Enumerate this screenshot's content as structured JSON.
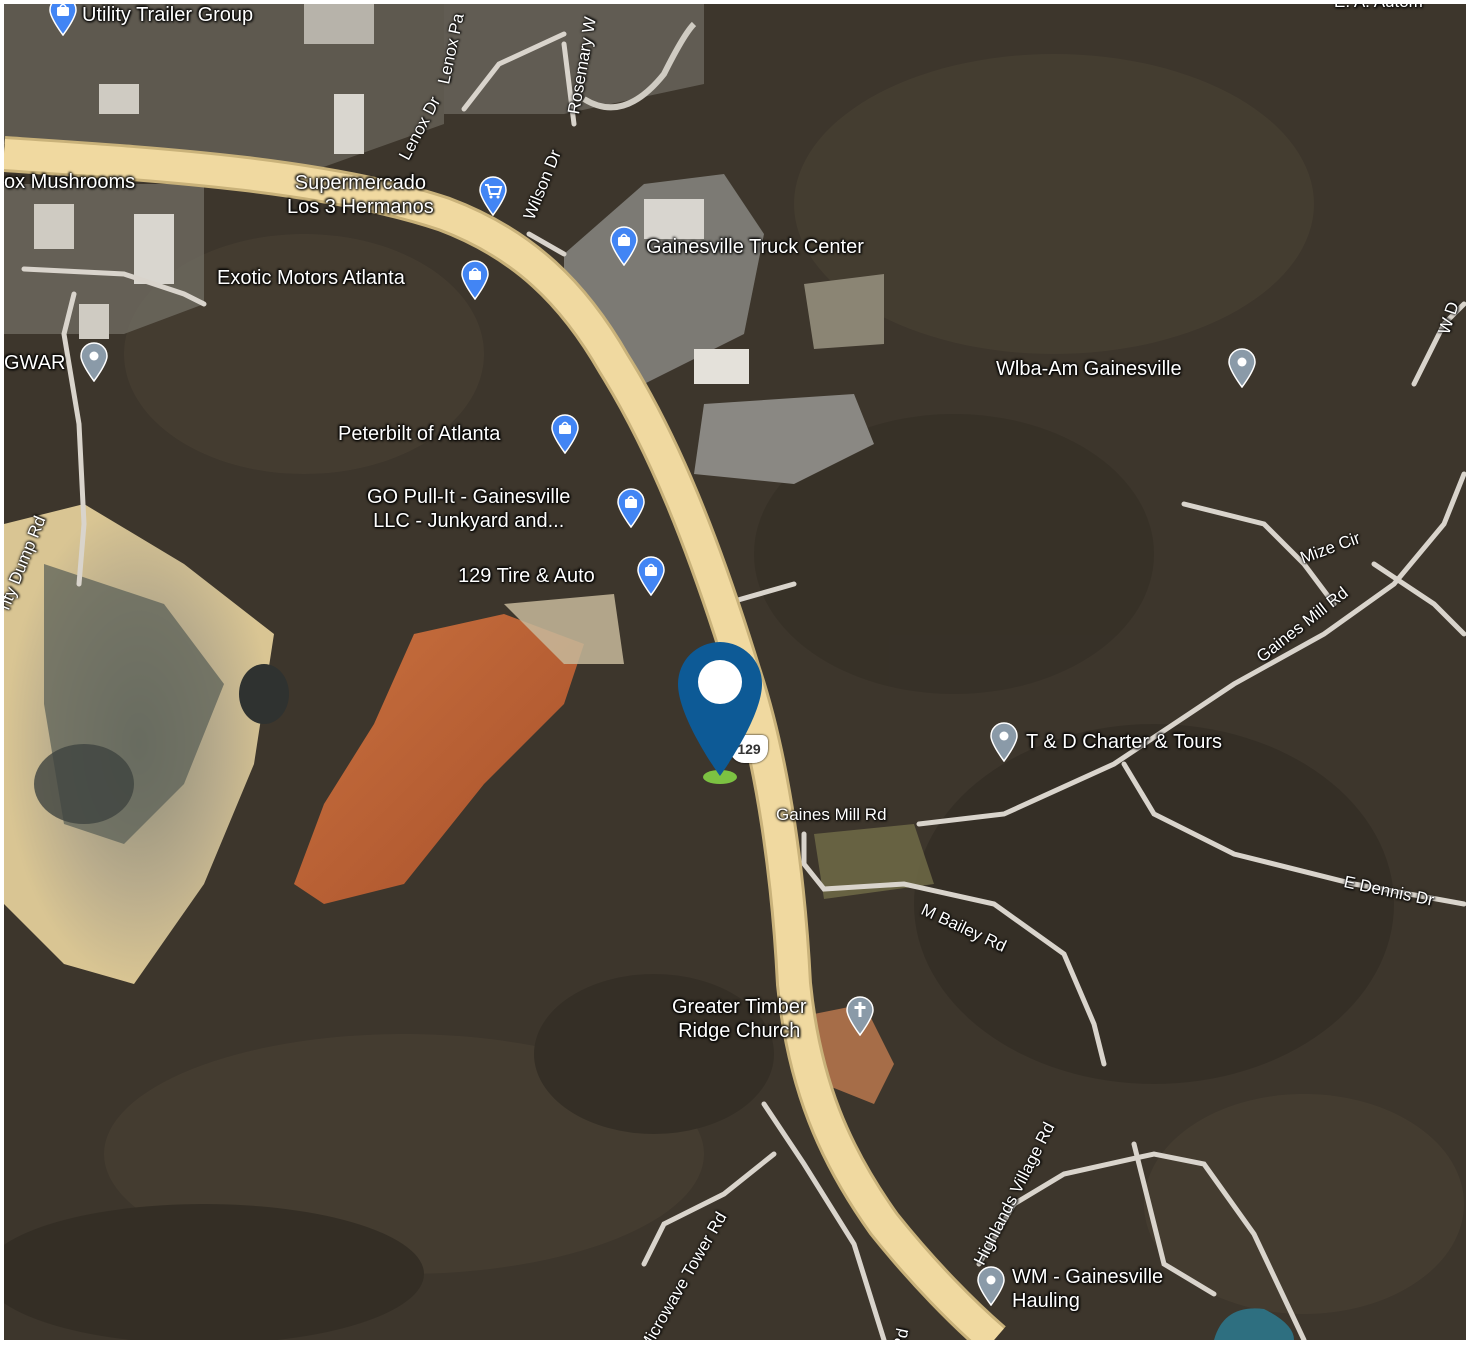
{
  "map_type": "satellite",
  "colors": {
    "highway": "#f0d9a0",
    "highway_edge": "#c9b27a",
    "local_road": "#d9d4cc",
    "shopping_pin": "#4285f4",
    "place_pin": "#8a9aa8",
    "church_pin": "#8a9aa8",
    "main_marker": "#0d5a96",
    "main_marker_base": "#7cc242",
    "label_text": "#ffffff"
  },
  "places": [
    {
      "id": "utility-trailer",
      "name": "Utility Trailer Group",
      "icon": "shopping-bag-icon"
    },
    {
      "id": "mushrooms",
      "name": "ox Mushrooms",
      "icon": ""
    },
    {
      "id": "supermercado",
      "name": "Supermercado\nLos 3 Hermanos",
      "icon": "shopping-cart-icon"
    },
    {
      "id": "gainesville-truck",
      "name": "Gainesville Truck Center",
      "icon": "shopping-bag-icon"
    },
    {
      "id": "exotic-motors",
      "name": "Exotic Motors Atlanta",
      "icon": "shopping-bag-icon"
    },
    {
      "id": "gwar",
      "name": "GWAR",
      "icon": "location-pin-icon"
    },
    {
      "id": "wlba",
      "name": "Wlba-Am Gainesville",
      "icon": "location-pin-icon"
    },
    {
      "id": "peterbilt",
      "name": "Peterbilt of Atlanta",
      "icon": "shopping-bag-icon"
    },
    {
      "id": "go-pull-it",
      "name": "GO Pull-It - Gainesville\nLLC - Junkyard and...",
      "icon": "shopping-bag-icon"
    },
    {
      "id": "tire-auto",
      "name": "129 Tire & Auto",
      "icon": "shopping-bag-icon"
    },
    {
      "id": "td-charter",
      "name": "T & D Charter & Tours",
      "icon": "location-pin-icon"
    },
    {
      "id": "timber-ridge",
      "name": "Greater Timber\nRidge Church",
      "icon": "cross-icon"
    },
    {
      "id": "wm-hauling",
      "name": "WM - Gainesville\nHauling",
      "icon": "location-pin-icon"
    }
  ],
  "roads": [
    {
      "id": "lenox-dr",
      "name": "Lenox Dr"
    },
    {
      "id": "lenox-pa",
      "name": "Lenox Pa"
    },
    {
      "id": "rosemary",
      "name": "Rosemary W"
    },
    {
      "id": "wilson-dr",
      "name": "Wilson Dr"
    },
    {
      "id": "county-dump",
      "name": "nty Dump Rd"
    },
    {
      "id": "mize-cir",
      "name": "Mize Cir"
    },
    {
      "id": "gaines-mill-ne",
      "name": "Gaines Mill Rd"
    },
    {
      "id": "gaines-mill",
      "name": "Gaines Mill Rd"
    },
    {
      "id": "e-dennis",
      "name": "E Dennis Dr"
    },
    {
      "id": "m-bailey",
      "name": "M Bailey Rd"
    },
    {
      "id": "highlands",
      "name": "Highlands Village Rd"
    },
    {
      "id": "microwave",
      "name": "Microwave Tower Rd"
    },
    {
      "id": "w-d",
      "name": "W D"
    },
    {
      "id": "rd-bottom",
      "name": "Rd"
    },
    {
      "id": "e-a-auto",
      "name": "E. A. Autom"
    }
  ],
  "route_shield": "129"
}
